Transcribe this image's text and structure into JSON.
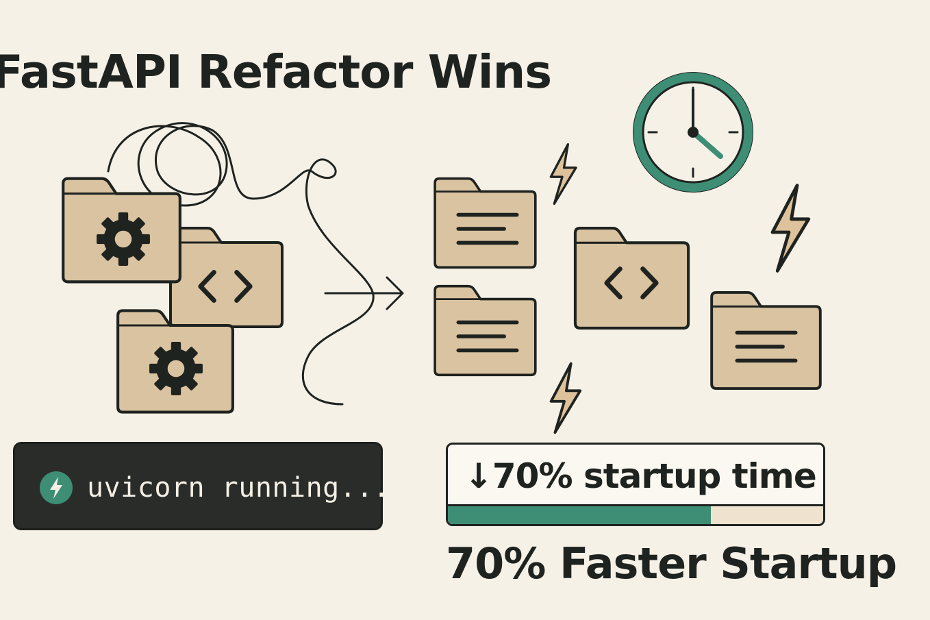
{
  "title": "FastAPI Refactor Wins",
  "terminal": {
    "text": "uvicorn running...",
    "badge_icon": "lightning-icon"
  },
  "metric": {
    "label": "↓70% startup time",
    "progress_percent": 70,
    "bar_color": "#3e8e76"
  },
  "summary": "70% Faster Startup",
  "colors": {
    "background": "#f6f1e7",
    "folder": "#d9c3a0",
    "ink": "#1f2320",
    "accent": "#3e8e76",
    "terminal": "#2a2c2a"
  },
  "icons": {
    "before_folders": [
      "gear-icon",
      "code-icon",
      "gear-icon"
    ],
    "after_folders": [
      "document-lines-icon",
      "document-lines-icon",
      "code-icon",
      "document-lines-icon"
    ],
    "decorations": [
      "clock-icon",
      "lightning-icon",
      "arrow-right-icon",
      "tangled-line"
    ]
  }
}
